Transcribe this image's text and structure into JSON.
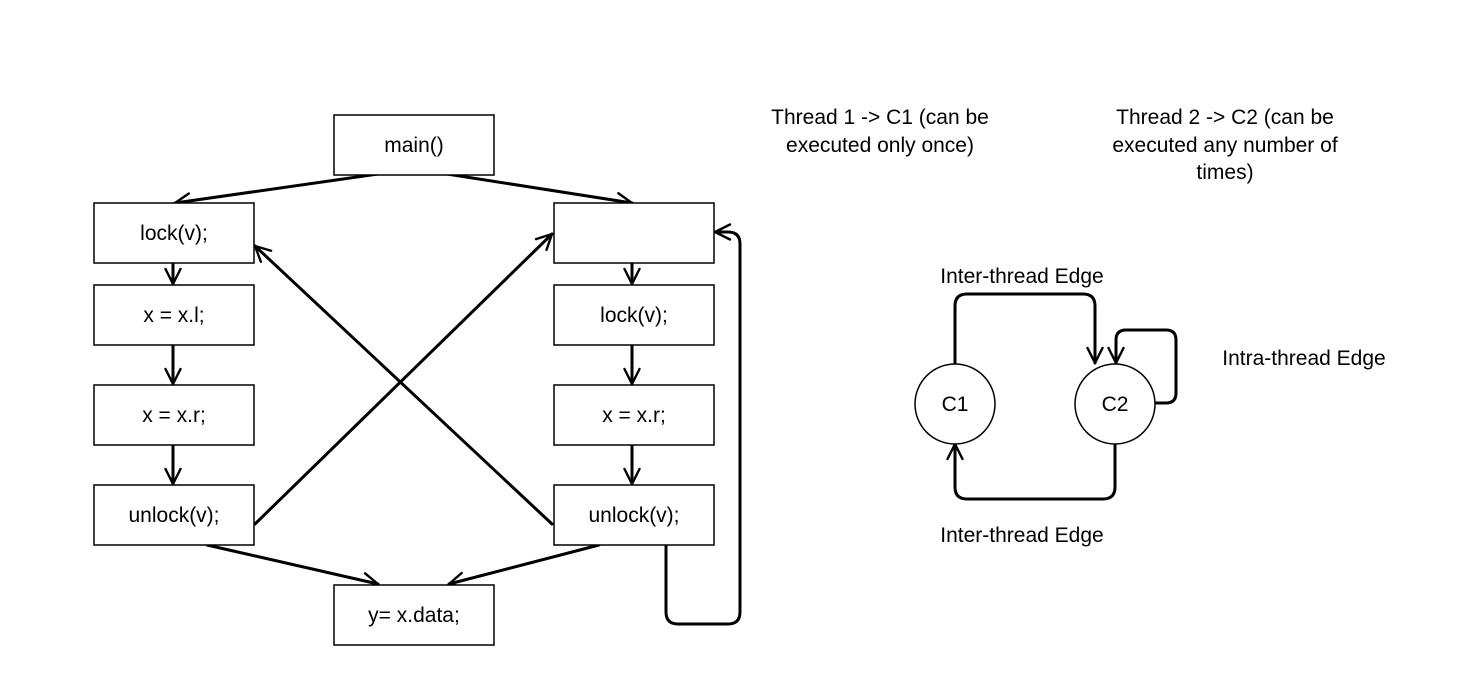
{
  "cfg": {
    "nodes": {
      "main": "main()",
      "left_lock": "lock(v);",
      "left_xl": "x = x.l;",
      "left_xr": "x = x.r;",
      "left_unlock": "unlock(v);",
      "right_empty": "",
      "right_lock": "lock(v);",
      "right_xr": "x = x.r;",
      "right_unlock": "unlock(v);",
      "ydata": "y= x.data;"
    }
  },
  "threads": {
    "thread1": {
      "line1": "Thread 1 -> C1 (can be",
      "line2": "executed only once)"
    },
    "thread2": {
      "line1": "Thread 2 -> C2 (can be",
      "line2": "executed any number of",
      "line3": "times)"
    }
  },
  "graph": {
    "c1": "C1",
    "c2": "C2",
    "inter_edge_top": "Inter-thread Edge",
    "inter_edge_bottom": "Inter-thread Edge",
    "intra_edge": "Intra-thread Edge"
  }
}
